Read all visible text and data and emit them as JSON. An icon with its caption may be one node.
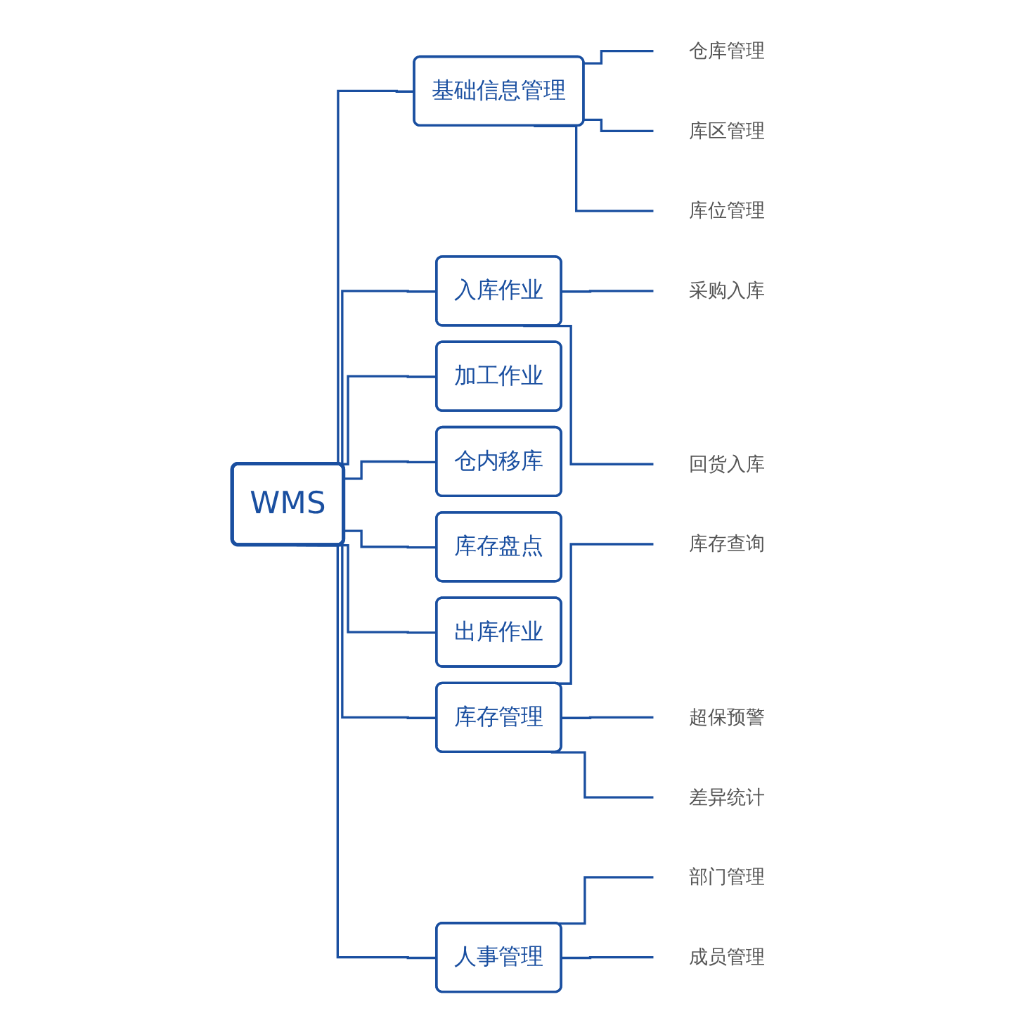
{
  "diagram": {
    "nodes": [
      {
        "text": [
          "WMS"
        ]
      },
      {
        "text": [
          "基础信息管理"
        ]
      },
      {
        "text": [
          "仓库管理"
        ]
      },
      {
        "text": [
          "库区管理"
        ]
      },
      {
        "text": [
          "库位管理"
        ]
      },
      {
        "text": [
          "入库作业"
        ]
      },
      {
        "text": [
          "采购入库"
        ]
      },
      {
        "text": [
          "回货入库"
        ]
      },
      {
        "text": [
          "加工作业"
        ]
      },
      {
        "text": [
          "仓内移库"
        ]
      },
      {
        "text": [
          "库存盘点"
        ]
      },
      {
        "text": [
          "出库作业"
        ]
      },
      {
        "text": [
          "库存管理"
        ]
      },
      {
        "text": [
          "库存查询"
        ]
      },
      {
        "text": [
          "超保预警"
        ]
      },
      {
        "text": [
          "差异统计"
        ]
      },
      {
        "text": [
          "人事管理"
        ]
      },
      {
        "text": [
          "部门管理"
        ]
      },
      {
        "text": [
          "成员管理"
        ]
      }
    ],
    "edges": [
      {
        "from": 0,
        "to": 1,
        "arrow": "none"
      },
      {
        "from": 1,
        "to": 2,
        "arrow": "none"
      },
      {
        "from": 1,
        "to": 3,
        "arrow": "none"
      },
      {
        "from": 1,
        "to": 4,
        "arrow": "none"
      },
      {
        "from": 0,
        "to": 5,
        "arrow": "none"
      },
      {
        "from": 5,
        "to": 6,
        "arrow": "none"
      },
      {
        "from": 5,
        "to": 7,
        "arrow": "none"
      },
      {
        "from": 0,
        "to": 8,
        "arrow": "none"
      },
      {
        "from": 0,
        "to": 9,
        "arrow": "none"
      },
      {
        "from": 0,
        "to": 10,
        "arrow": "none"
      },
      {
        "from": 0,
        "to": 11,
        "arrow": "none"
      },
      {
        "from": 0,
        "to": 12,
        "arrow": "none"
      },
      {
        "from": 12,
        "to": 13,
        "arrow": "none"
      },
      {
        "from": 12,
        "to": 14,
        "arrow": "none"
      },
      {
        "from": 12,
        "to": 15,
        "arrow": "none"
      },
      {
        "from": 0,
        "to": 16,
        "arrow": "none"
      },
      {
        "from": 16,
        "to": 17,
        "arrow": "none"
      },
      {
        "from": 16,
        "to": 18,
        "arrow": "none"
      }
    ]
  }
}
